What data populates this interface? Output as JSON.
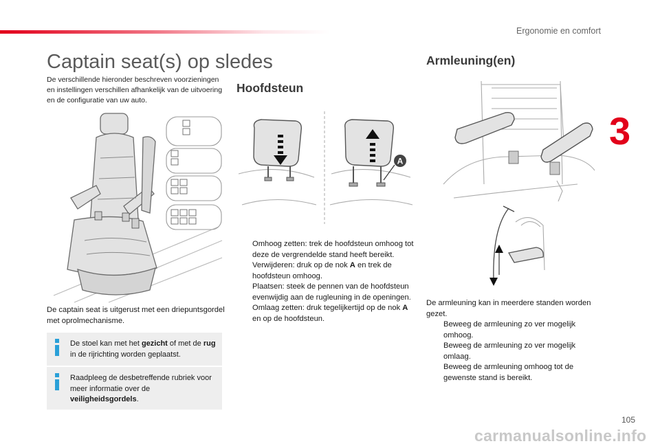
{
  "header": {
    "section": "Ergonomie en comfort",
    "chapter": "3",
    "accent_color": "#e2001a"
  },
  "left": {
    "title": "Captain seat(s) op sledes",
    "intro": "De verschillende hieronder beschreven voorzieningen en instellingen verschillen afhankelijk van de uitvoering en de configuratie van uw auto.",
    "seat_desc": "De captain seat is uitgerust met een driepuntsgordel met oprolmechanisme.",
    "info1": {
      "pre": "De stoel kan met het ",
      "b1": "gezicht",
      "mid": " of met de ",
      "b2": "rug",
      "post": " in de rijrichting worden geplaatst."
    },
    "info2": {
      "pre": "Raadpleeg de desbetreffende rubriek voor meer informatie over de ",
      "b1": "veiligheidsgordels",
      "post": "."
    },
    "info_icon": "info-icon",
    "info_color": "#2aa0d8"
  },
  "middle": {
    "heading": "Hoofdsteun",
    "label_a": "A",
    "steps": [
      {
        "bullet": "",
        "parts": [
          {
            "t": "Omhoog zetten: trek de hoofdsteun omhoog tot deze de vergrendelde stand heeft bereikt."
          }
        ]
      },
      {
        "bullet": "",
        "parts": [
          {
            "t": "Verwijderen: druk op de nok "
          },
          {
            "t": "A",
            "b": true
          },
          {
            "t": " en trek de hoofdsteun omhoog."
          }
        ]
      },
      {
        "bullet": "",
        "parts": [
          {
            "t": "Plaatsen: steek de pennen van de hoofdsteun evenwijdig aan de rugleuning in de openingen."
          }
        ]
      },
      {
        "bullet": "",
        "parts": [
          {
            "t": "Omlaag zetten: druk tegelijkertijd op de nok "
          },
          {
            "t": "A",
            "b": true
          },
          {
            "t": " en op de hoofdsteun."
          }
        ]
      }
    ]
  },
  "right": {
    "heading": "Armleuning(en)",
    "desc": "De armleuning kan in meerdere standen worden gezet.",
    "steps": [
      {
        "bullet": "",
        "parts": [
          {
            "t": "Beweeg de armleuning zo ver mogelijk omhoog."
          }
        ]
      },
      {
        "bullet": "",
        "parts": [
          {
            "t": "Beweeg de armleuning zo ver mogelijk omlaag."
          }
        ]
      },
      {
        "bullet": "",
        "parts": [
          {
            "t": "Beweeg de armleuning omhoog tot de gewenste stand is bereikt."
          }
        ]
      }
    ]
  },
  "footer": {
    "page_number": "105",
    "watermark": "carmanualsonline.info"
  }
}
